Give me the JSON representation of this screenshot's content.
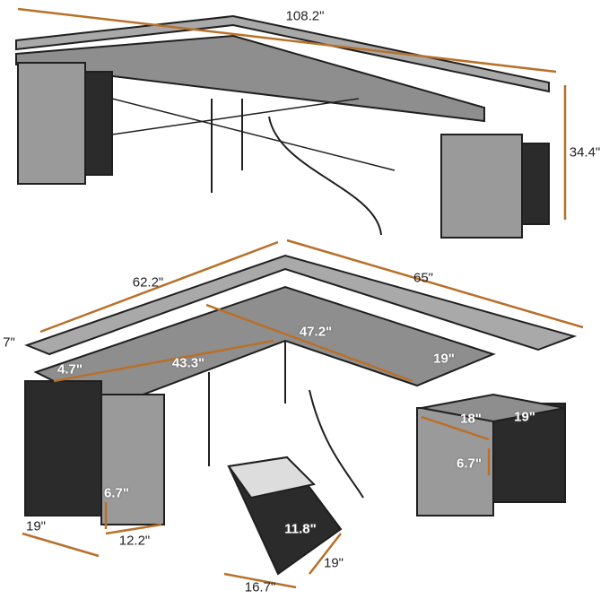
{
  "colors": {
    "wood": "#8e8e8e",
    "wood_light": "#a9a9a9",
    "frame": "#1f1f1f",
    "fabric": "#2b2b2b",
    "arrow": "#b8702a"
  },
  "labels": {
    "straight_length": "108.2\"",
    "height": "34.4\"",
    "left_length": "62.2\"",
    "right_length": "65\"",
    "shelf_depth": "7\"",
    "shelf_height": "4.7\"",
    "left_desk_length": "43.3\"",
    "right_desk_length": "47.2\"",
    "right_desk_depth": "19\"",
    "cabinet_width": "18\"",
    "cabinet_depth": "19\"",
    "cabinet_drawer_height": "6.7\"",
    "left_drawer_height": "6.7\"",
    "left_drawer_width": "12.2\"",
    "left_depth": "19\"",
    "file_drawer_height": "11.8\"",
    "file_drawer_depth": "19\"",
    "file_drawer_width": "16.7\""
  }
}
